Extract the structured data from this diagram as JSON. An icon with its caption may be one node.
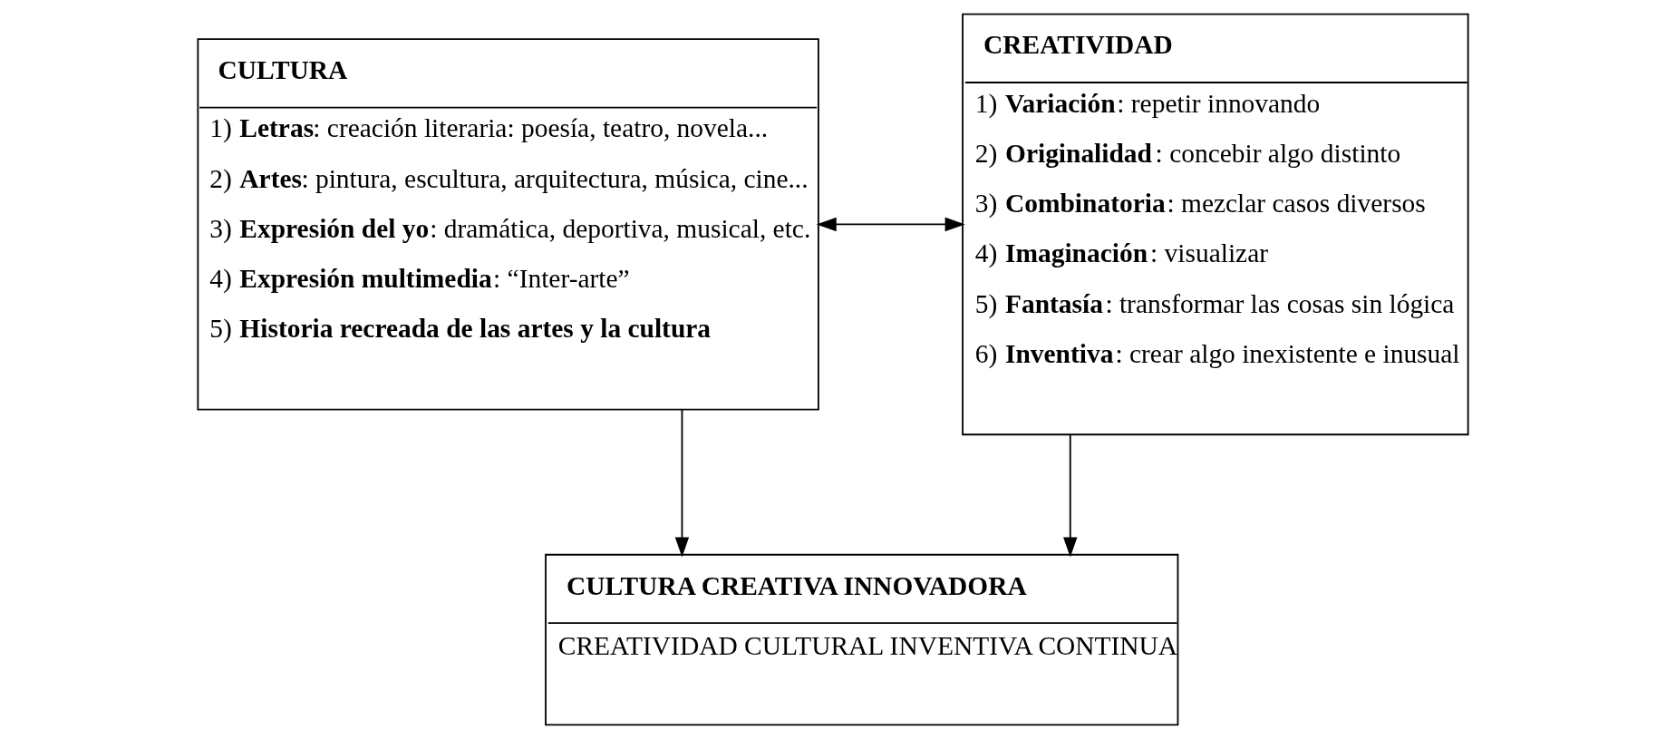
{
  "diagram": {
    "nodes": [
      {
        "text": [
          "CULTURA",
          "1) **Letras**: creación literaria: poesía, teatro, novela...",
          "2) **Artes**: pintura, escultura, arquitectura, música, cine...",
          "3) **Expresión del yo**: dramática, deportiva, musical, etc.",
          "4) **Expresión multimedia**: “Inter-arte”",
          "5) **Historia recreada de las artes y la cultura**"
        ]
      },
      {
        "text": [
          "CREATIVIDAD",
          "1) **Variación**: repetir innovando",
          "2) **Originalidad**: concebir algo distinto",
          "3) **Combinatoria**: mezclar casos diversos",
          "4) **Imaginación**: visualizar",
          "5) **Fantasía**: transformar las cosas sin lógica",
          "6) **Inventiva**: crear algo inexistente e inusual"
        ]
      },
      {
        "text": [
          "CULTURA CREATIVA INNOVADORA",
          "CREATIVIDAD CULTURAL INVENTIVA CONTINUA"
        ]
      }
    ],
    "edges": [
      {
        "from": 0,
        "to": 1,
        "arrow": "both"
      },
      {
        "from": 0,
        "to": 2,
        "arrow": "to"
      },
      {
        "from": 1,
        "to": 2,
        "arrow": "to"
      }
    ]
  }
}
